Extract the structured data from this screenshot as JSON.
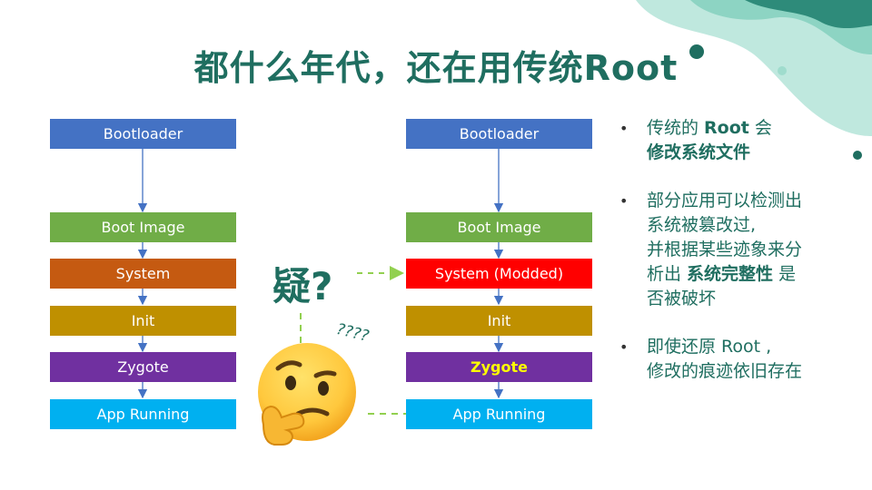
{
  "title": "都什么年代，还在用传统Root",
  "left_flow": [
    "Bootloader",
    "Boot Image",
    "System",
    "Init",
    "Zygote",
    "App Running"
  ],
  "right_flow": [
    "Bootloader",
    "Boot Image",
    "System (Modded)",
    "Init",
    "Zygote",
    "App Running"
  ],
  "doubt_label": "疑?",
  "question_marks": "????",
  "bullets": {
    "b1": {
      "pre": "传统的 ",
      "bold1": "Root",
      "mid": " 会",
      "bold2": "修改系统文件"
    },
    "b2": {
      "line1": "部分应用可以检测出",
      "line2": "系统被篡改过,",
      "line3": "并根据某些迹象来分",
      "line4_pre": "析出 ",
      "line4_bold": "系统完整性",
      "line4_post": " 是",
      "line5": "否被破坏"
    },
    "b3": {
      "line1": "即使还原  Root  ,",
      "line2": "修改的痕迹依旧存在"
    }
  },
  "colors": {
    "title": "#1f6e60",
    "bootloader": "#4472c4",
    "boot_image": "#70ad47",
    "system": "#c55a11",
    "system_modded": "#ff0000",
    "init": "#bf9000",
    "zygote": "#7030a0",
    "app_running": "#00b0f0",
    "dashed": "#92d050"
  }
}
